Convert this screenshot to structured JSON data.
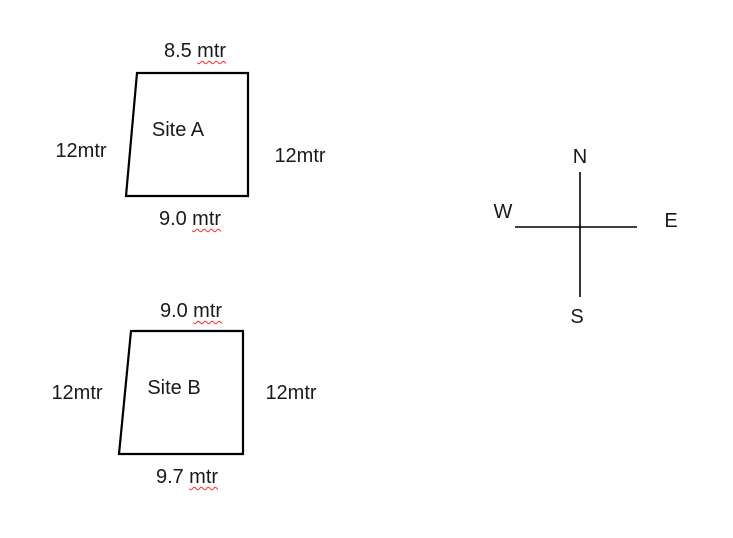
{
  "figure": {
    "background": "#ffffff",
    "line_color": "#000000",
    "text_color": "#1a1a1a",
    "spellcheck_underline_color": "#ff2a2a",
    "site_a": {
      "name": "Site A",
      "top_length": {
        "value": "8.5",
        "unit": "mtr"
      },
      "bottom_length": {
        "value": "9.0",
        "unit": "mtr"
      },
      "left_length": "12mtr",
      "right_length": "12mtr"
    },
    "site_b": {
      "name": "Site B",
      "top_length": {
        "value": "9.0",
        "unit": "mtr"
      },
      "bottom_length": {
        "value": "9.7",
        "unit": "mtr"
      },
      "left_length": "12mtr",
      "right_length": "12mtr"
    },
    "compass": {
      "north": "N",
      "south": "S",
      "east": "E",
      "west": "W"
    }
  }
}
